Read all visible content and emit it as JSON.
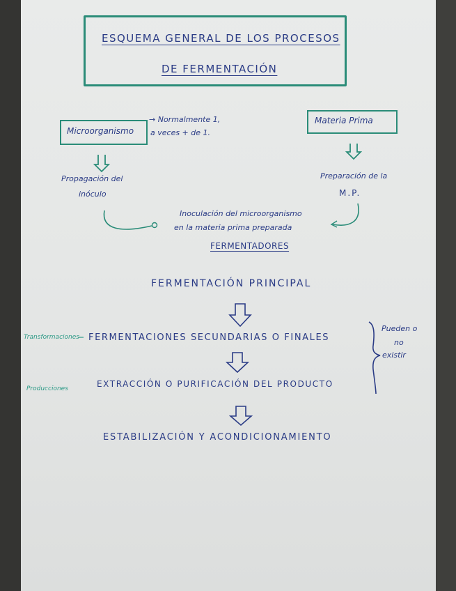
{
  "title": {
    "line1": "ESQUEMA GENERAL DE LOS PROCESOS",
    "line2": "DE FERMENTACIÓN"
  },
  "left_branch": {
    "box": "Microorganismo",
    "note_line1": "→ Normalmente 1,",
    "note_line2": "a veces + de 1.",
    "step_line1": "Propagación del",
    "step_line2": "inóculo"
  },
  "right_branch": {
    "box": "Materia Prima",
    "step_line1": "Preparación de la",
    "step_line2": "M.P."
  },
  "inoculation": {
    "line1": "Inoculación del microorganismo",
    "line2": "en la materia prima preparada",
    "vessel": "FERMENTADORES"
  },
  "main_flow": {
    "step1": "FERMENTACIÓN PRINCIPAL",
    "step2": "FERMENTACIONES SECUNDARIAS O FINALES",
    "step3": "EXTRACCIÓN O PURIFICACIÓN DEL PRODUCTO",
    "step4": "ESTABILIZACIÓN Y ACONDICIONAMIENTO"
  },
  "side_labels": {
    "transformations": "Transformaciones",
    "productions": "Producciones"
  },
  "brace_note": {
    "line1": "Pueden o",
    "line2": "no",
    "line3": "existir"
  },
  "colors": {
    "ink_blue": "#2b3c86",
    "ink_green": "#2a8c78",
    "paper": "#e6e8e7"
  }
}
